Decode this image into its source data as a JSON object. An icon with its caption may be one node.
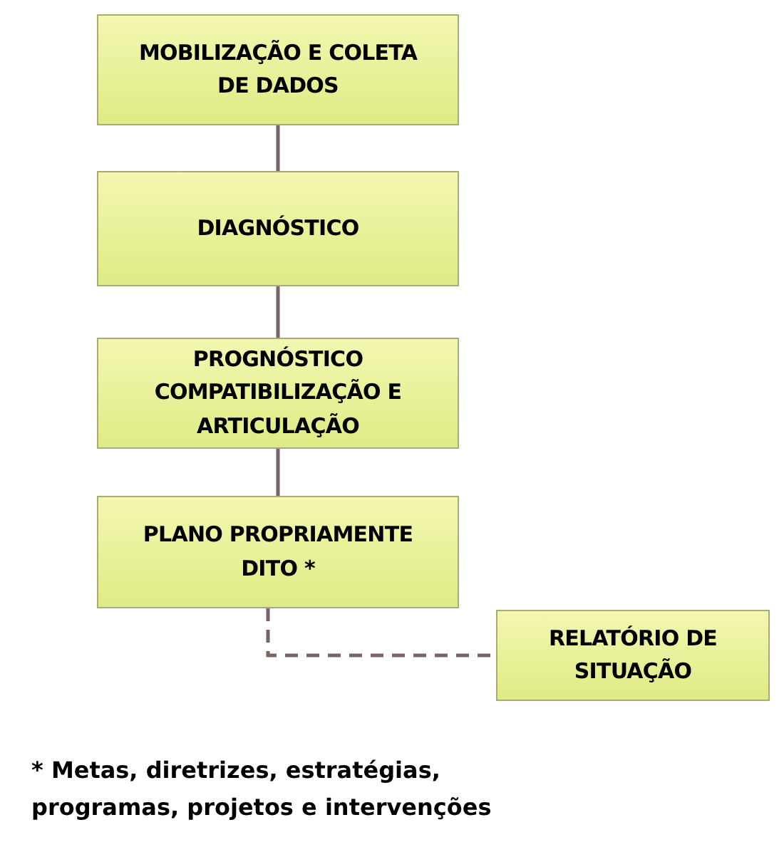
{
  "diagram": {
    "nodes": [
      {
        "text": [
          "MOBILIZAÇÃO E COLETA DE DADOS"
        ]
      },
      {
        "text": [
          "DIAGNÓSTICO"
        ]
      },
      {
        "text": [
          "PROGNÓSTICO COMPATIBILIZAÇÃO E ARTICULAÇÃO"
        ]
      },
      {
        "text": [
          "PLANO PROPRIAMENTE DITO *"
        ]
      },
      {
        "text": [
          "RELATÓRIO DE SITUAÇÃO"
        ]
      }
    ],
    "edges": [
      {
        "from": 0,
        "to": 1,
        "arrow": "none"
      },
      {
        "from": 1,
        "to": 2,
        "arrow": "none"
      },
      {
        "from": 2,
        "to": 3,
        "arrow": "none"
      },
      {
        "from": 3,
        "to": 4,
        "arrow": "none",
        "style": "dashed"
      }
    ],
    "labels": [
      "* Metas, diretrizes, estratégias, programas, projetos e intervenções"
    ]
  }
}
